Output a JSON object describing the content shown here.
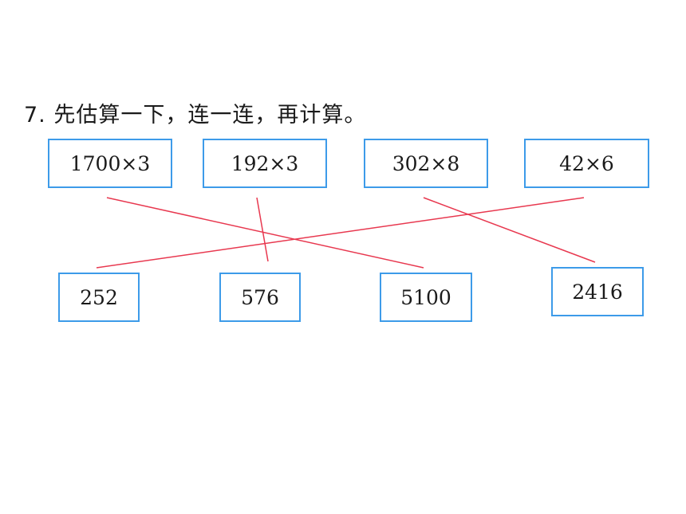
{
  "question": {
    "text": "7. 先估算一下，连一连，再计算。"
  },
  "expressions": [
    {
      "label": "1700×3"
    },
    {
      "label": "192×3"
    },
    {
      "label": "302×8"
    },
    {
      "label": "42×6"
    }
  ],
  "answers": [
    {
      "label": "252"
    },
    {
      "label": "576"
    },
    {
      "label": "5100"
    },
    {
      "label": "2416"
    }
  ],
  "connections": [
    {
      "from": "1700×3",
      "to": "5100"
    },
    {
      "from": "192×3",
      "to": "576"
    },
    {
      "from": "302×8",
      "to": "2416"
    },
    {
      "from": "42×6",
      "to": "252"
    }
  ],
  "colors": {
    "box_border": "#3d9be9",
    "line": "#e8384f",
    "text": "#1a1a1a"
  }
}
